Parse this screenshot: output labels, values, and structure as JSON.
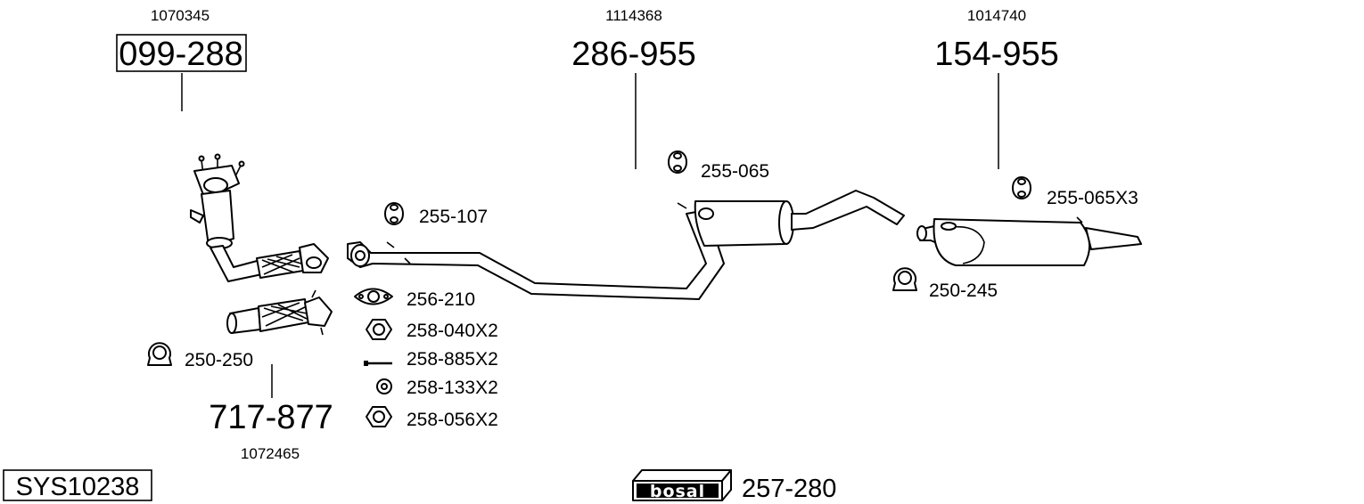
{
  "system_code": "SYS10238",
  "brand": "bosal",
  "main_parts": {
    "catalyst": {
      "part_no": "099-288",
      "oem_no": "1070345"
    },
    "flex_pipe": {
      "part_no": "717-877",
      "oem_no": "1072465"
    },
    "middle_silencer": {
      "part_no": "286-955",
      "oem_no": "1114368"
    },
    "rear_silencer": {
      "part_no": "154-955",
      "oem_no": "1014740"
    }
  },
  "accessories": {
    "clamp_front": "250-250",
    "rubber_mount_1": "255-107",
    "gasket": "256-210",
    "nut": "258-040X2",
    "bolt": "258-885X2",
    "washer": "258-133X2",
    "nut_2": "258-056X2",
    "rubber_mount_2": "255-065",
    "rubber_mount_3": "255-065X3",
    "clamp_rear": "250-245",
    "mounting_kit": "257-280"
  }
}
